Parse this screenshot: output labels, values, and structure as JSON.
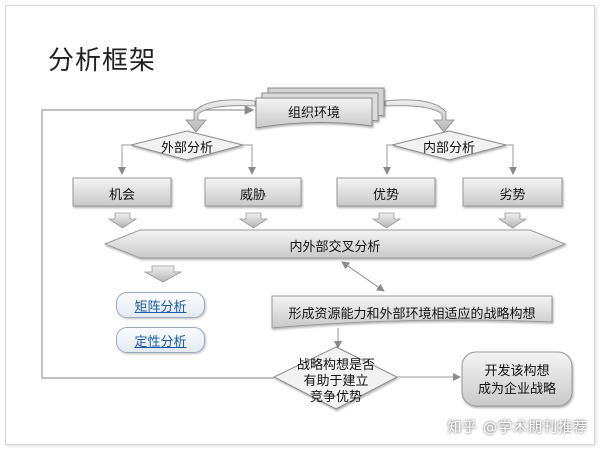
{
  "title": "分析框架",
  "nodes": {
    "org_env": "组织环境",
    "external_analysis": "外部分析",
    "internal_analysis": "内部分析",
    "opportunity": "机会",
    "threat": "威胁",
    "strength": "优势",
    "weakness": "劣势",
    "cross_analysis": "内外部交叉分析",
    "matrix_analysis": "矩阵分析",
    "qualitative_analysis": "定性分析",
    "strategy_concept": "形成资源能力和外部环境相适应的战略构想",
    "decision_line1": "战略构想是否",
    "decision_line2": "有助于建立",
    "decision_line3": "竞争优势",
    "result_line1": "开发该构想",
    "result_line2": "成为企业战略"
  },
  "watermark": "知乎 @学术期刊推荐"
}
